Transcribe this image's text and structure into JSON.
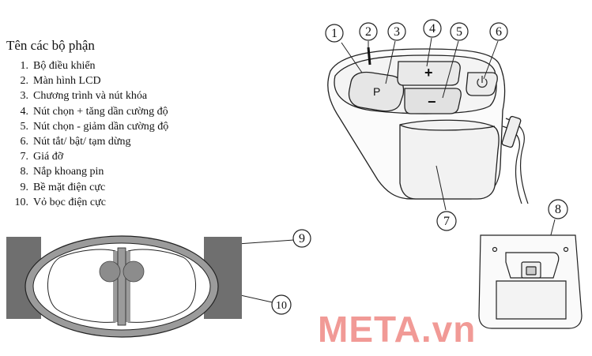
{
  "parts_title": "Tên các bộ phận",
  "parts": [
    {
      "num": "1.",
      "label": "Bộ điều khiển"
    },
    {
      "num": "2.",
      "label": "Màn hình LCD"
    },
    {
      "num": "3.",
      "label": "Chương trình và nút khóa"
    },
    {
      "num": "4.",
      "label": "Nút chọn + tăng dần cường độ"
    },
    {
      "num": "5.",
      "label": "Nút chọn - giảm dần cường độ"
    },
    {
      "num": "6.",
      "label": "Nút tắt/ bật/ tạm dừng"
    },
    {
      "num": "7.",
      "label": "Giá đỡ"
    },
    {
      "num": "8.",
      "label": "Nắp khoang pin"
    },
    {
      "num": "9.",
      "label": "Bề mặt điện cực"
    },
    {
      "num": "10.",
      "label": "Vỏ bọc điện cực"
    }
  ],
  "buttons": {
    "program": "P",
    "plus": "+",
    "minus": "−",
    "power_icon": "power-icon"
  },
  "callouts": [
    "1",
    "2",
    "3",
    "4",
    "5",
    "6",
    "7",
    "8",
    "9",
    "10"
  ],
  "watermark": "META.vn",
  "colors": {
    "watermark": "#f19a96",
    "pad_gray": "#9b9b9b",
    "strap_gray": "#6f6f6f",
    "line": "#222222"
  }
}
